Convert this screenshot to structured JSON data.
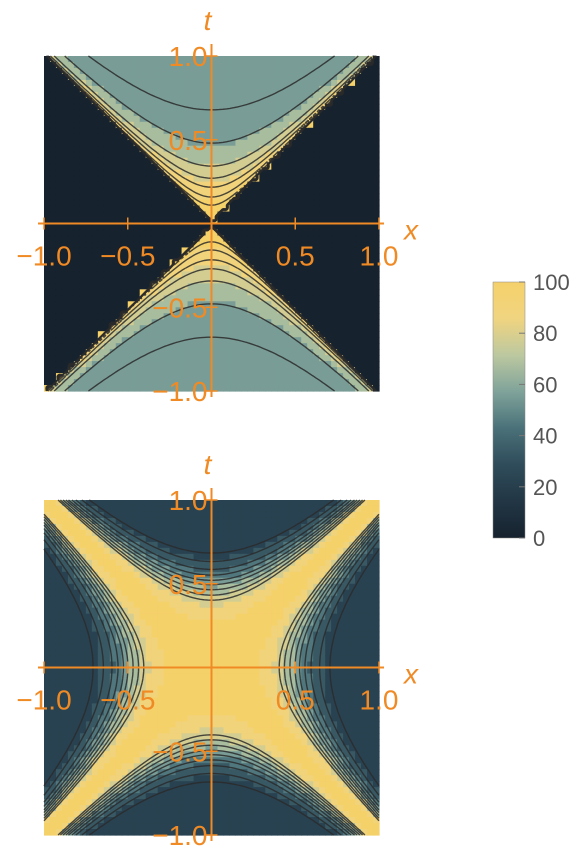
{
  "chart_data": [
    {
      "type": "heatmap",
      "subtype": "contour",
      "xlabel": "x",
      "ylabel": "t",
      "xlim": [
        -1.0,
        1.0
      ],
      "ylim": [
        -1.0,
        1.0
      ],
      "x_ticks": [
        "−1.0",
        "−0.5",
        "0.5",
        "1.0"
      ],
      "y_ticks": [
        "1.0",
        "0.5",
        "−0.5",
        "−1.0"
      ],
      "contour_levels_solid": [
        0.6,
        0.8,
        0.92
      ],
      "contour_levels_dashed": [
        0.52,
        0.72,
        0.86,
        0.96
      ]
    },
    {
      "type": "heatmap",
      "subtype": "contour",
      "xlabel": "x",
      "ylabel": "t",
      "xlim": [
        -1.0,
        1.0
      ],
      "ylim": [
        -1.0,
        1.0
      ],
      "x_ticks": [
        "−1.0",
        "−0.5",
        "0.5",
        "1.0"
      ],
      "y_ticks": [
        "1.0",
        "0.5",
        "−0.5",
        "−1.0"
      ],
      "contour_levels_solid": [
        0.3,
        0.45,
        0.58,
        0.72
      ],
      "contour_levels_dashed": [
        0.24,
        0.38,
        0.52,
        0.65,
        0.78
      ]
    }
  ],
  "colorbar": {
    "ticks": [
      "100",
      "80",
      "60",
      "40",
      "20",
      "0"
    ],
    "range": [
      0,
      100
    ]
  },
  "colors": {
    "axis": "#f08a24",
    "contour_line": "#2a2a2a",
    "palette": [
      "#16222e",
      "#223645",
      "#2f4c5a",
      "#4a7179",
      "#7fa39a",
      "#bcc8a0",
      "#f0d480",
      "#f5d16a"
    ]
  }
}
